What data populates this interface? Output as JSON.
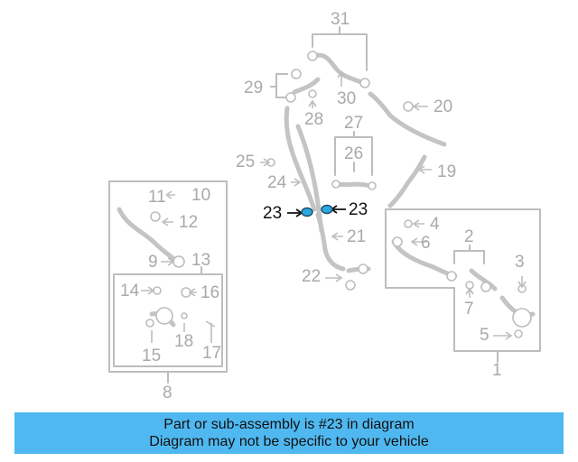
{
  "diagram": {
    "callouts": {
      "c31": "31",
      "c29": "29",
      "c30": "30",
      "c28": "28",
      "c20": "20",
      "c27": "27",
      "c26": "26",
      "c25": "25",
      "c19": "19",
      "c24": "24",
      "c11": "11",
      "c10": "10",
      "c12": "12",
      "c23a": "23",
      "c23b": "23",
      "c21": "21",
      "c4": "4",
      "c6": "6",
      "c2": "2",
      "c3": "3",
      "c9": "9",
      "c13": "13",
      "c22": "22",
      "c14": "14",
      "c16": "16",
      "c7": "7",
      "c5": "5",
      "c18": "18",
      "c15": "15",
      "c17": "17",
      "c1": "1",
      "c8": "8"
    },
    "colors": {
      "part_gray": "#b9b9b9",
      "highlight_part": "#2aa9e0",
      "highlight_label": "#111111"
    }
  },
  "banner": {
    "line1": "Part or sub-assembly is #23 in diagram",
    "line2": "Diagram may not be specific to your vehicle",
    "background": "#50b8f0"
  }
}
